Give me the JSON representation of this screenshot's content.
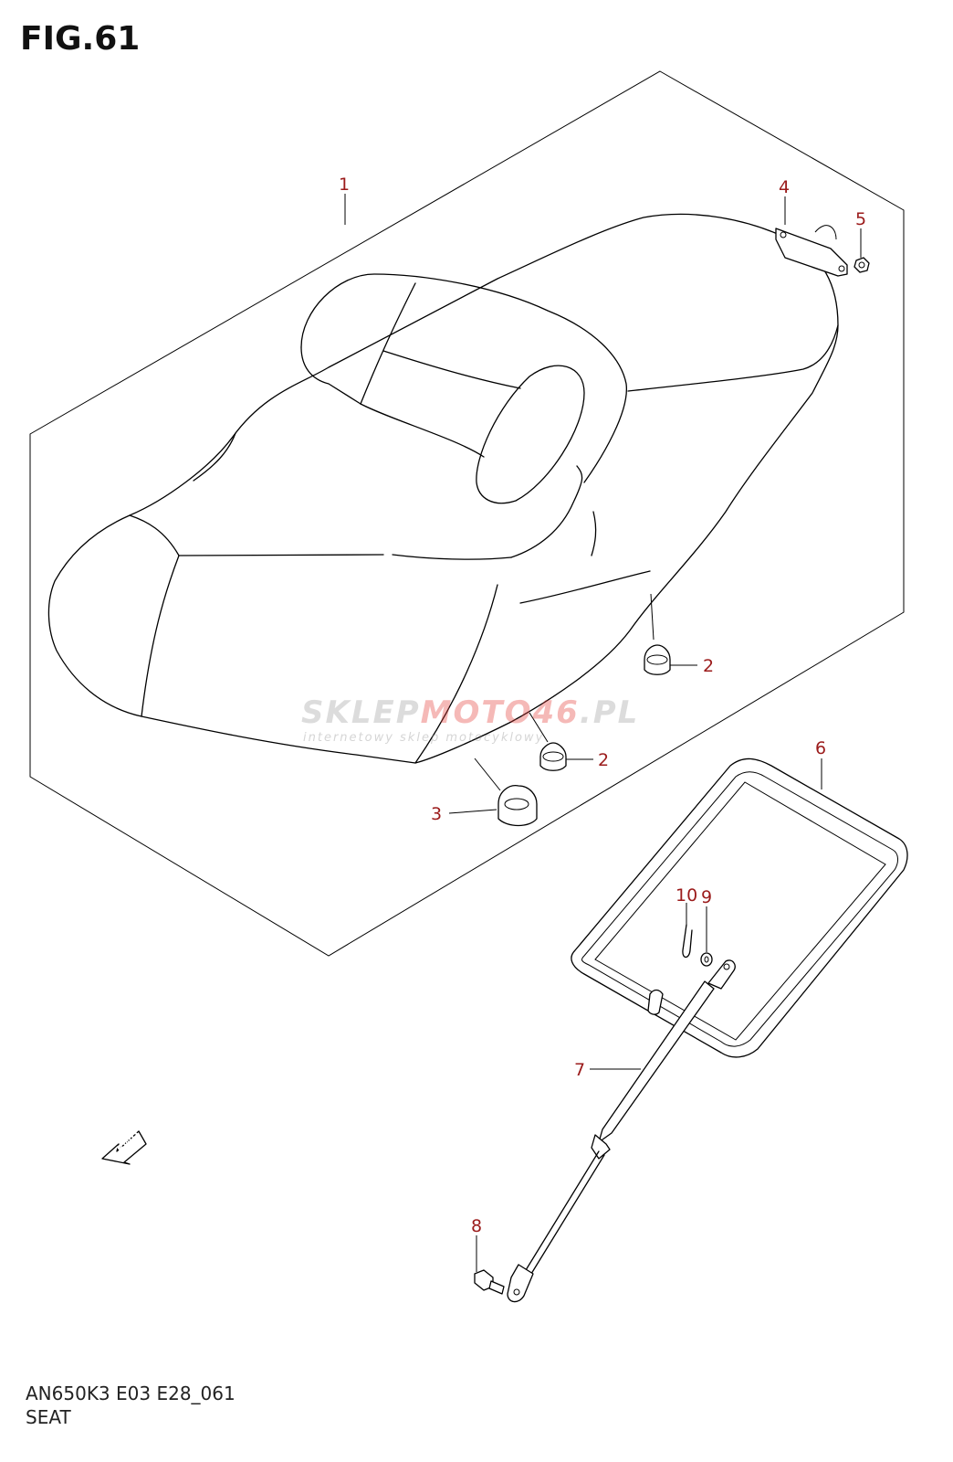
{
  "figure": {
    "title": "FIG.61"
  },
  "footer": {
    "model_code": "AN650K3 E03 E28_061",
    "section_name": "SEAT"
  },
  "watermark": {
    "brand_part1": "SKLEP",
    "brand_part2": "MOTO",
    "brand_part3": "46",
    "brand_part4": ".PL",
    "tagline": "internetowy sklep motocyklowy"
  },
  "fwd_arrow": {
    "label": "FWD"
  },
  "callouts": [
    {
      "num": "1"
    },
    {
      "num": "2"
    },
    {
      "num": "2"
    },
    {
      "num": "3"
    },
    {
      "num": "4"
    },
    {
      "num": "5"
    },
    {
      "num": "6"
    },
    {
      "num": "7"
    },
    {
      "num": "8"
    },
    {
      "num": "9"
    },
    {
      "num": "10"
    }
  ],
  "colors": {
    "callout": "#9b1b1b",
    "line": "#000000",
    "watermark_red": "#e53935",
    "watermark_grey": "#9e9e9e"
  }
}
